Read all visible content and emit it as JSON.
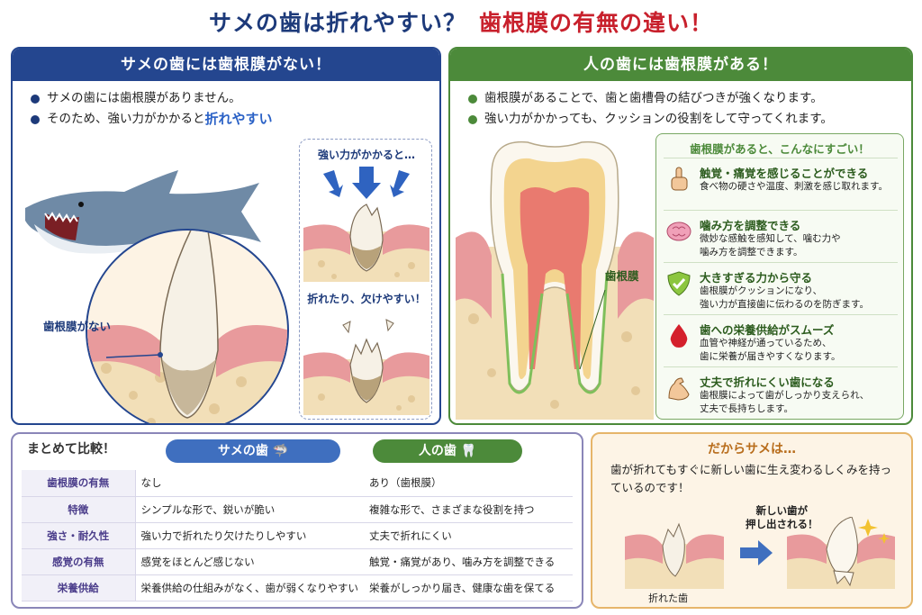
{
  "title": {
    "part1": "サメの歯は折れやすい？",
    "part2": "歯根膜の有無の違い！"
  },
  "shark": {
    "header": "サメの歯には歯根膜がない！",
    "bullets": [
      "サメの歯には歯根膜がありません。",
      "そのため、強い力がかかると"
    ],
    "highlight": "折れやすい",
    "label_no_membrane": "歯根膜がない",
    "force_label": "強い力がかかると…",
    "break_label": "折れたり、欠けやすい！"
  },
  "human": {
    "header": "人の歯には歯根膜がある！",
    "bullets": [
      "歯根膜があることで、歯と歯槽骨の結びつきが強くなります。",
      "強い力がかかっても、クッションの役割をして守ってくれます。"
    ],
    "gum_label": "歯根膜",
    "benefits_title": "歯根膜があると、こんなにすごい！",
    "benefits": [
      {
        "title": "触覚・痛覚を感じることができる",
        "desc": [
          "食べ物の硬さや温度、刺激を感じ取れます。"
        ],
        "icon": "pointing-hand-icon"
      },
      {
        "title": "噛み方を調整できる",
        "desc": [
          "微妙な感触を感知して、噛む力や",
          "噛み方を調整できます。"
        ],
        "icon": "brain-icon"
      },
      {
        "title": "大きすぎる力から守る",
        "desc": [
          "歯根膜がクッションになり、",
          "強い力が直接歯に伝わるのを防ぎます。"
        ],
        "icon": "shield-check-icon"
      },
      {
        "title": "歯への栄養供給がスムーズ",
        "desc": [
          "血管や神経が通っているため、",
          "歯に栄養が届きやすくなります。"
        ],
        "icon": "blood-drop-icon"
      },
      {
        "title": "丈夫で折れにくい歯になる",
        "desc": [
          "歯根膜によって歯がしっかり支えられ、",
          "丈夫で長持ちします。"
        ],
        "icon": "flexed-arm-icon"
      }
    ]
  },
  "compare": {
    "title": "まとめて比較！",
    "col_shark": "サメの歯",
    "col_human": "人の歯",
    "rows": [
      {
        "label": "歯根膜の有無",
        "shark": "なし",
        "human": "あり（歯根膜）"
      },
      {
        "label": "特徴",
        "shark": "シンプルな形で、鋭いが脆い",
        "human": "複雑な形で、さまざまな役割を持つ"
      },
      {
        "label": "強さ・耐久性",
        "shark": "強い力で折れたり欠けたりしやすい",
        "human": "丈夫で折れにくい"
      },
      {
        "label": "感覚の有無",
        "shark": "感覚をほとんど感じない",
        "human": "触覚・痛覚があり、噛み方を調整できる"
      },
      {
        "label": "栄養供給",
        "shark": "栄養供給の仕組みがなく、歯が弱くなりやすい",
        "human": "栄養がしっかり届き、健康な歯を保てる"
      }
    ]
  },
  "conclusion": {
    "title": "だからサメは…",
    "text": "歯が折れてもすぐに新しい歯に生え変わるしくみを持っているのです！",
    "new_tooth": [
      "新しい歯が",
      "押し出される！"
    ],
    "broken_tooth": "折れた歯"
  },
  "colors": {
    "navy": "#1d3a7a",
    "red": "#c8202c",
    "green": "#4c8a3a",
    "blue": "#2a61c6",
    "orange": "#b86d1c"
  }
}
